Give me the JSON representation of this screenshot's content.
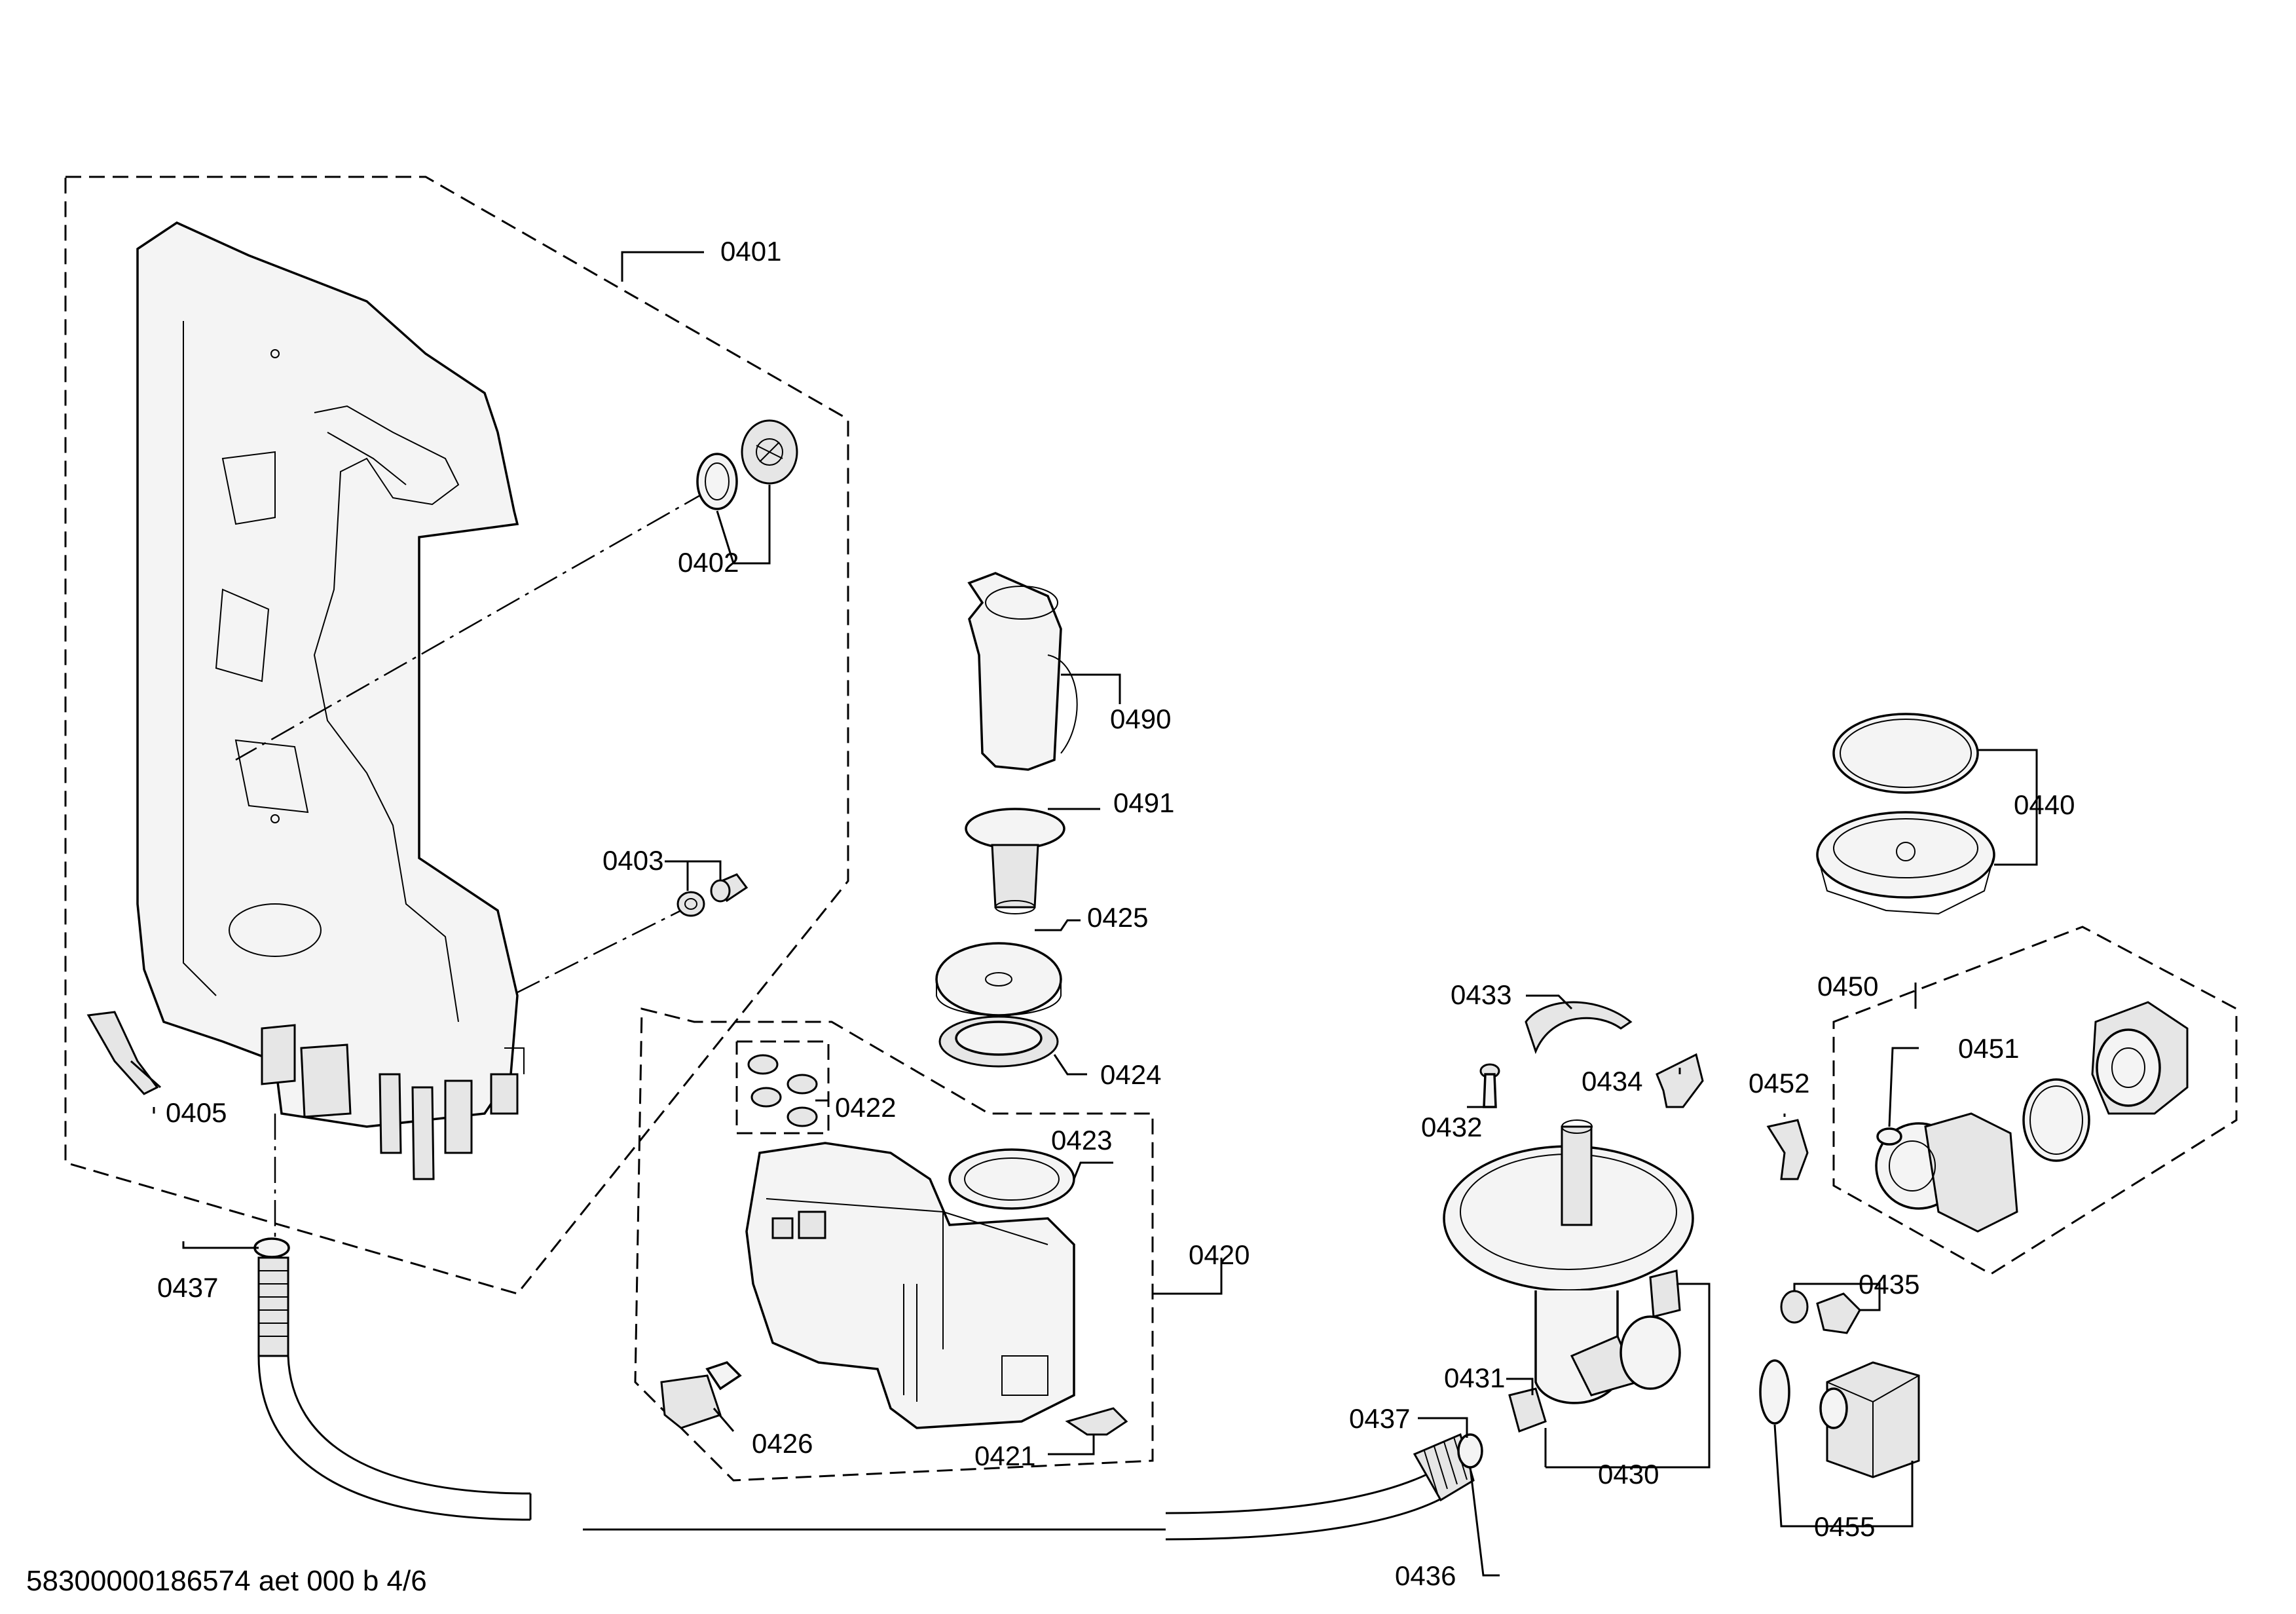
{
  "labels": {
    "p0401": "0401",
    "p0402": "0402",
    "p0403": "0403",
    "p0405": "0405",
    "p0437a": "0437",
    "p0490": "0490",
    "p0491": "0491",
    "p0425": "0425",
    "p0424": "0424",
    "p0422": "0422",
    "p0423": "0423",
    "p0420": "0420",
    "p0426": "0426",
    "p0421": "0421",
    "p0440": "0440",
    "p0450": "0450",
    "p0451": "0451",
    "p0433": "0433",
    "p0434": "0434",
    "p0452": "0452",
    "p0432": "0432",
    "p0435": "0435",
    "p0431": "0431",
    "p0437b": "0437",
    "p0430": "0430",
    "p0455": "0455",
    "p0436": "0436"
  },
  "footer": "58300000186574 aet 000 b 4/6"
}
